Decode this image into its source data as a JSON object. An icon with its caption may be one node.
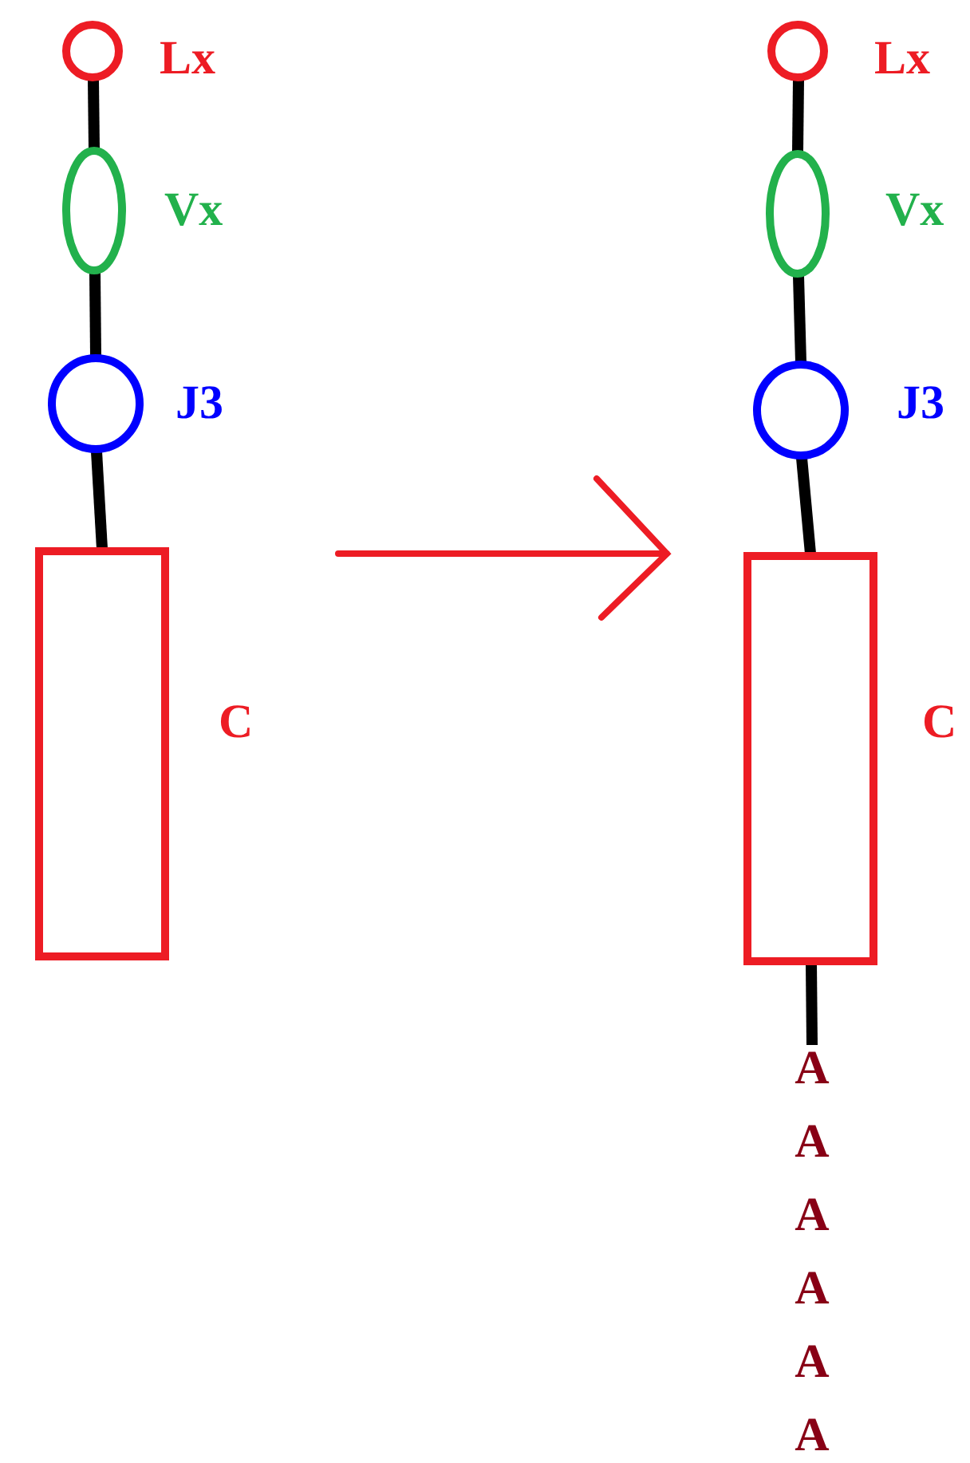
{
  "diagram": {
    "nodes": [
      {
        "text": [],
        "shape": "circle",
        "beside": [
          "Lx"
        ]
      },
      {
        "text": [],
        "shape": "ellipse",
        "beside": [
          "Vx"
        ]
      },
      {
        "text": [],
        "shape": "circle",
        "beside": [
          "J3"
        ]
      },
      {
        "text": [],
        "shape": "box",
        "beside": [
          "C"
        ]
      },
      {
        "text": [],
        "shape": "circle",
        "beside": [
          "Lx"
        ]
      },
      {
        "text": [],
        "shape": "ellipse",
        "beside": [
          "Vx"
        ]
      },
      {
        "text": [],
        "shape": "circle",
        "beside": [
          "J3"
        ]
      },
      {
        "text": [],
        "shape": "box",
        "beside": [
          "C"
        ]
      },
      {
        "text": [
          "A",
          "A",
          "A",
          "A",
          "A",
          "A"
        ]
      }
    ],
    "edges": [
      {
        "from": 0,
        "to": 1,
        "arrow": "none"
      },
      {
        "from": 1,
        "to": 2,
        "arrow": "none"
      },
      {
        "from": 2,
        "to": 3,
        "arrow": "none"
      },
      {
        "from": 4,
        "to": 5,
        "arrow": "none"
      },
      {
        "from": 5,
        "to": 6,
        "arrow": "none"
      },
      {
        "from": 6,
        "to": 7,
        "arrow": "none"
      },
      {
        "from": 7,
        "to": 8,
        "arrow": "none"
      }
    ]
  }
}
